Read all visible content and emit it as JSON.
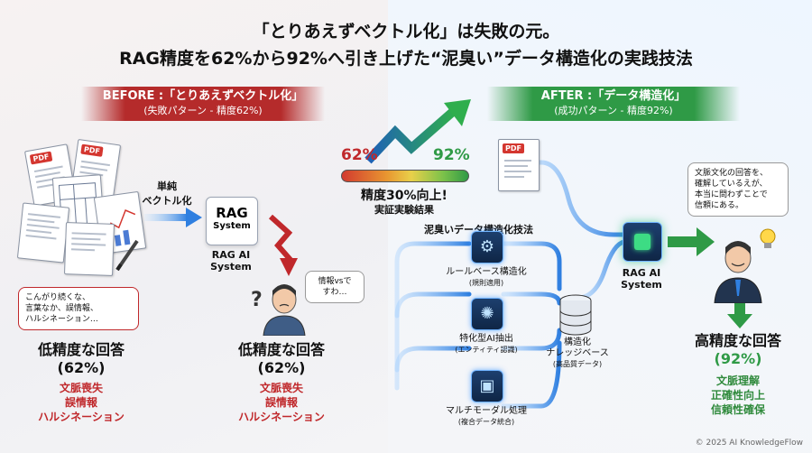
{
  "title": {
    "line1": "「とりあえずベクトル化」は失敗の元。",
    "line2": "RAG精度を62%から92%へ引き上げた“泥臭い”データ構造化の実践技法"
  },
  "before": {
    "banner_title": "BEFORE :「とりあえずベクトル化」",
    "banner_sub": "(失敗パターン - 精度62%)",
    "pdf_label": "PDF",
    "arrow_label_1": "単純",
    "arrow_label_2": "ベクトル化",
    "rag_box_1": "RAG",
    "rag_box_2": "System",
    "rag_caption_1": "RAG AI",
    "rag_caption_2": "System",
    "doc_bubble_1": "こんがり続くな、",
    "doc_bubble_2": "言葉なか、誤情報、",
    "doc_bubble_3": "ハルシネーション…",
    "user_bubble_1": "情報vsで",
    "user_bubble_2": "すわ…",
    "question_mark": "?",
    "result1_title": "低精度な回答",
    "result1_value": "(62%)",
    "result2_title": "低精度な回答",
    "result2_value": "(62%)",
    "issues": [
      "文脈喪失",
      "誤情報",
      "ハルシネーション"
    ]
  },
  "center": {
    "from_value": "62%",
    "to_value": "92%",
    "gain_text": "精度30%向上!",
    "gain_sub": "実証実験結果",
    "technique_title": "泥臭いデータ構造化技法",
    "steps": [
      {
        "label": "ルールベース構造化",
        "sub": "(規則適用)",
        "icon": "gear-icon"
      },
      {
        "label": "特化型AI抽出",
        "sub": "(エンティティ認識)",
        "icon": "brain-icon"
      },
      {
        "label": "マルチモーダル処理",
        "sub": "(複合データ統合)",
        "icon": "media-icon"
      }
    ],
    "kb_label_1": "構造化",
    "kb_label_2": "ナレッジベース",
    "kb_label_3": "(高品質データ)"
  },
  "after": {
    "banner_title": "AFTER :「データ構造化」",
    "banner_sub": "(成功パターン - 精度92%)",
    "pdf_label": "PDF",
    "rag_caption_1": "RAG AI",
    "rag_caption_2": "System",
    "bubble_1": "文脈文化の回答を、",
    "bubble_2": "確解しているえが、",
    "bubble_3": "本当に問わずことで",
    "bubble_4": "信頼にある。",
    "result_title": "高精度な回答",
    "result_value": "(92%)",
    "benefits": [
      "文脈理解",
      "正確性向上",
      "信頼性確保"
    ]
  },
  "footer": "© 2025 AI KnowledgeFlow",
  "colors": {
    "before_red": "#b52b2b",
    "after_green": "#2f9a46",
    "flow_blue": "#3a8dde"
  }
}
